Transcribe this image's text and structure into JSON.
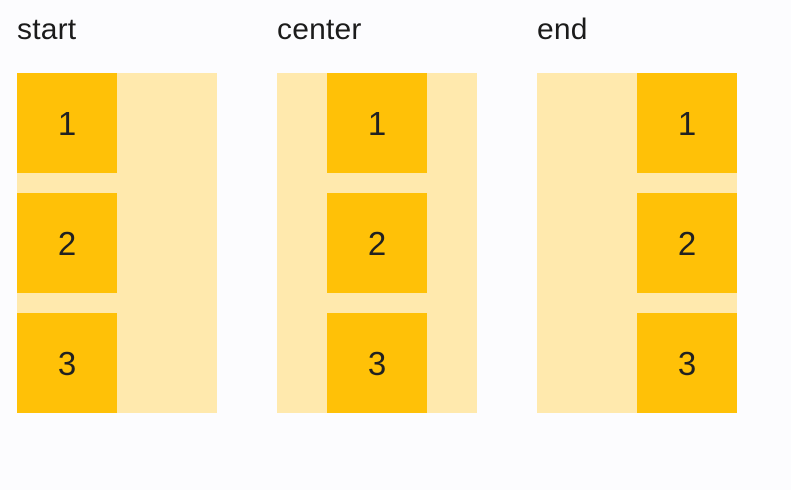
{
  "colors": {
    "page_bg": "#fcfcfe",
    "container_bg": "#ffe9ad",
    "item_bg": "#ffc107",
    "label_text": "#1b1b1b",
    "item_text": "#212121"
  },
  "examples": [
    {
      "label": "start",
      "alignment": "start",
      "items": [
        "1",
        "2",
        "3"
      ]
    },
    {
      "label": "center",
      "alignment": "center",
      "items": [
        "1",
        "2",
        "3"
      ]
    },
    {
      "label": "end",
      "alignment": "end",
      "items": [
        "1",
        "2",
        "3"
      ]
    }
  ]
}
